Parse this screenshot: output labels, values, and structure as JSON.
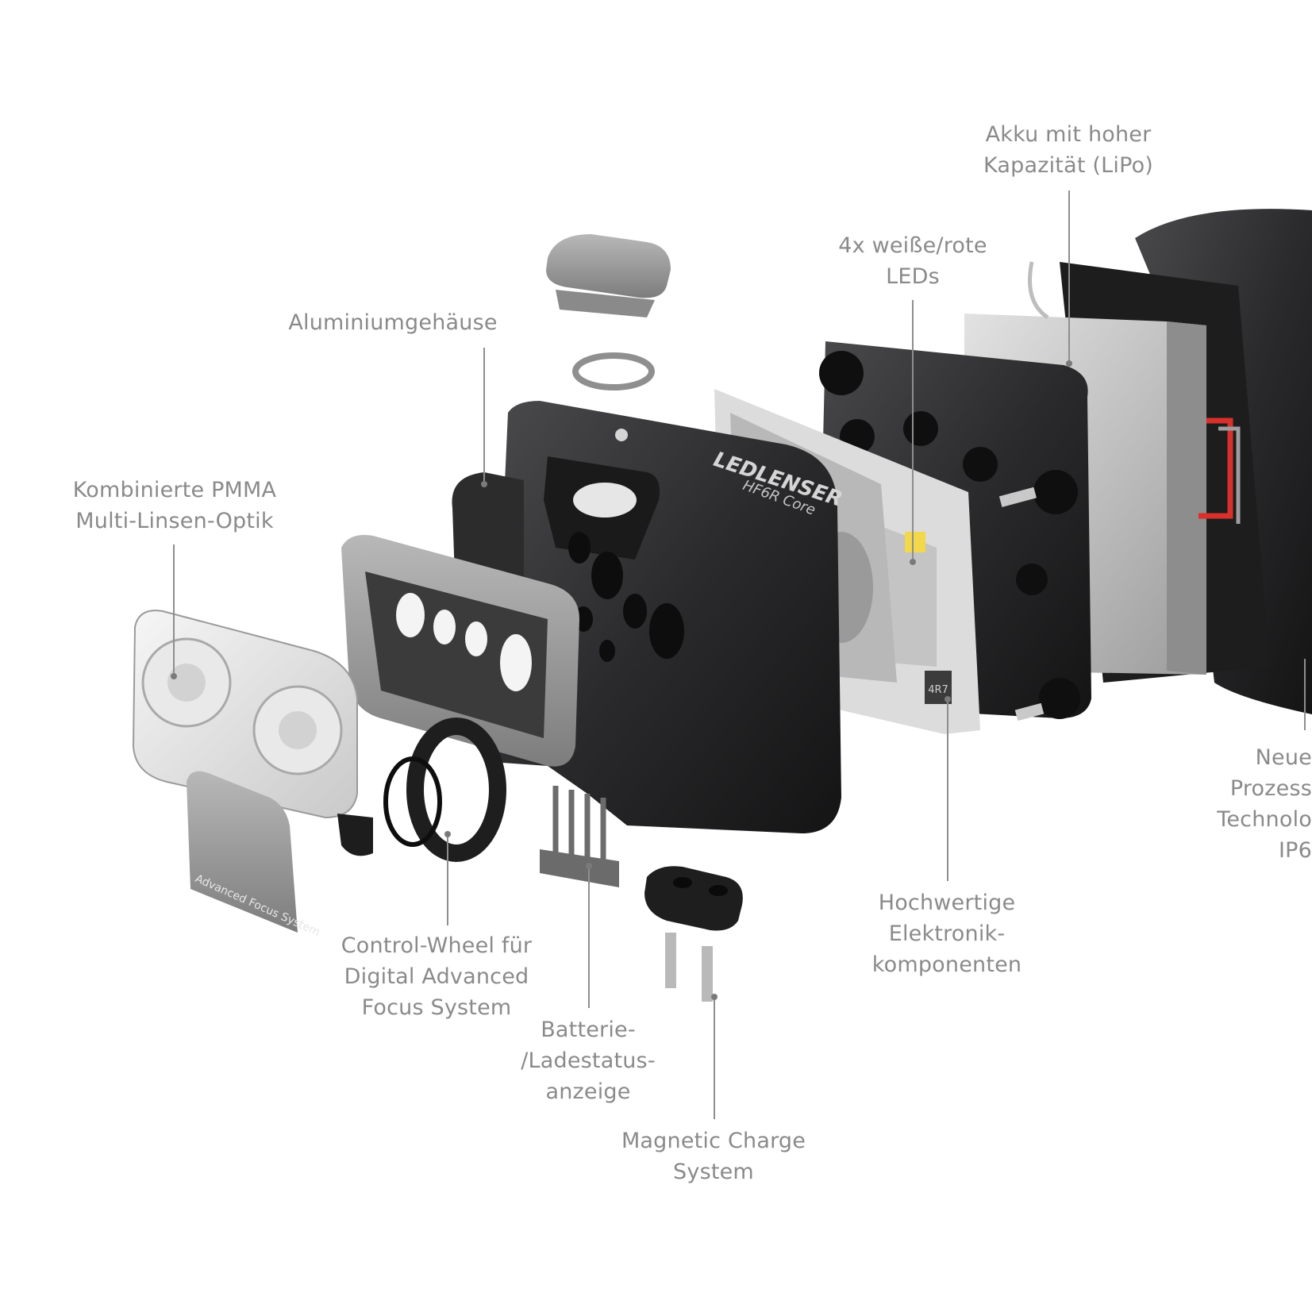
{
  "callouts": {
    "battery": {
      "lines": [
        "Akku mit hoher",
        "Kapazität (LiPo)"
      ]
    },
    "leds": {
      "lines": [
        "4x weiße/rote",
        "LEDs"
      ]
    },
    "housing": {
      "lines": [
        "Aluminiumgehäuse"
      ]
    },
    "optics": {
      "lines": [
        "Kombinierte PMMA",
        "Multi-Linsen-Optik"
      ]
    },
    "process": {
      "lines": [
        "Neue",
        "Prozess",
        "Technolo",
        "IP6"
      ]
    },
    "electronics": {
      "lines": [
        "Hochwertige",
        "Elektronik-",
        "komponenten"
      ]
    },
    "wheel": {
      "lines": [
        "Control-Wheel für",
        "Digital Advanced",
        "Focus System"
      ]
    },
    "status": {
      "lines": [
        "Batterie-",
        "/Ladestatus-",
        "anzeige"
      ]
    },
    "charge": {
      "lines": [
        "Magnetic Charge",
        "System"
      ]
    }
  },
  "product": {
    "brand": "LEDLENSER",
    "model": "HF6R Core",
    "cover_text": "Advanced Focus System",
    "chip_text": "4R7"
  }
}
